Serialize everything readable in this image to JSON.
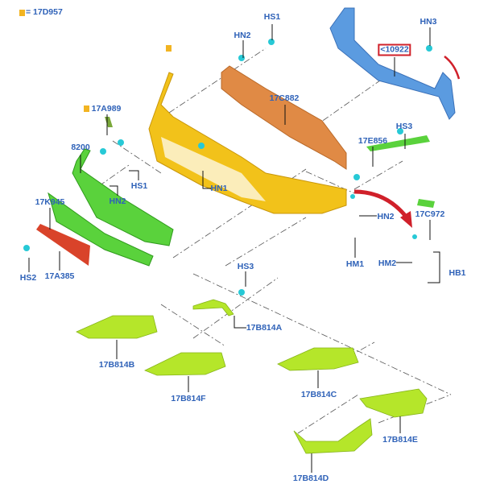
{
  "legend": {
    "text": "= 17D957",
    "marker_color": "#f2b422"
  },
  "labels": {
    "hs1_top": "HS1",
    "hn2_top": "HN2",
    "hn3": "HN3",
    "reinforcement": "<10922",
    "hs3_right": "HS3",
    "p17E856": "17E856",
    "p17C882": "17C882",
    "p17A989": "17A989",
    "p8200": "8200",
    "hs1_left": "HS1",
    "hn2_left": "HN2",
    "p17K945": "17K945",
    "hn1": "HN1",
    "hn2_right": "HN2",
    "p17C972": "17C972",
    "hm1": "HM1",
    "hm2": "HM2",
    "hb1": "HB1",
    "hs2": "HS2",
    "p17A385": "17A385",
    "hs3_bottom": "HS3",
    "p17B814A": "17B814A",
    "p17B814B": "17B814B",
    "p17B814F": "17B814F",
    "p17B814C": "17B814C",
    "p17B814E": "17B814E",
    "p17B814D": "17B814D"
  },
  "colors": {
    "label": "#2f62b8",
    "bumper": "#f2c21a",
    "absorber": "#e08a45",
    "beam": "#5b9be0",
    "grille": "#5ad23c",
    "lower_panel": "#d9432a",
    "trim": "#b5e62a",
    "clip": "#27c9d6",
    "arrow": "#d0202a"
  }
}
